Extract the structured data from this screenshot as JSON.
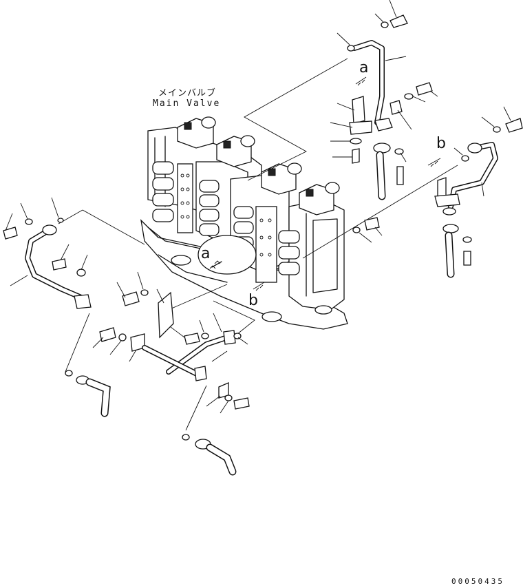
{
  "labels": {
    "title_jp": "メインバルブ",
    "title_en": "Main Valve",
    "ref_a": "a",
    "ref_b": "b",
    "drawing_number": "00050435"
  },
  "colors": {
    "ink": "#111111",
    "background": "#ffffff"
  }
}
